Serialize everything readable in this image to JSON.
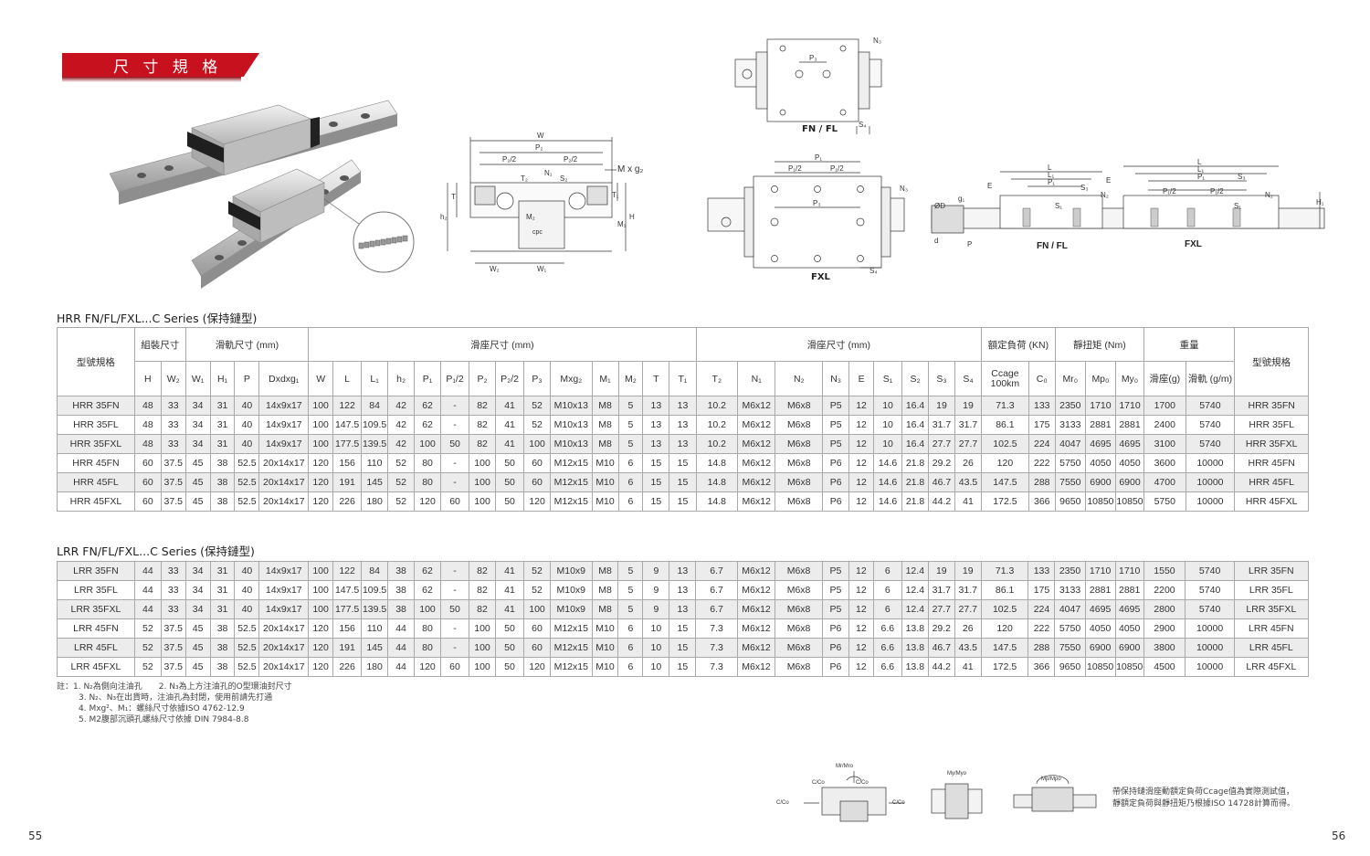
{
  "section_title": "尺 寸 規 格",
  "figures": {
    "label_fn_fl": "FN / FL",
    "label_fxl": "FXL",
    "label_side_fn_fl": "FN / FL",
    "label_side_fxl": "FXL",
    "front_labels": {
      "w": "W",
      "p2": "P₂",
      "p2_half": "P₂/2",
      "p2_half_b": "P₂/2",
      "mxg2": "M x g₂",
      "n1": "N₁",
      "s2": "S₂",
      "t2": "T₂",
      "t": "T",
      "t1": "T₁",
      "h2": "h₂",
      "m2": "M₂",
      "h": "H",
      "m1": "M₁",
      "w2": "W₂",
      "w1": "W₁",
      "logo": "cpc"
    },
    "top_fn_labels": {
      "n3": "N₃",
      "p3": "P₃",
      "s4": "S₄"
    },
    "top_fxl_labels": {
      "p1": "P₁",
      "p1_half": "P₁/2",
      "p1_half_b": "P₁/2",
      "p3": "P₃",
      "n3": "N₃",
      "s4": "S₄"
    },
    "side_labels": {
      "l": "L",
      "l1": "L₁",
      "p1": "P₁",
      "e": "E",
      "s3": "S₃",
      "n2": "N₂",
      "s1": "S₁",
      "g1": "g₁",
      "od": "ØD",
      "d": "d",
      "p": "P",
      "h1": "H₁",
      "l_b": "L",
      "l1_b": "L₁",
      "p1_b": "P₁",
      "p1_half": "P₁/2",
      "p1_half_b": "P₁/2",
      "e_b": "E",
      "s3_b": "S₃",
      "n2_b": "N₂",
      "s1_b": "S₁"
    },
    "load_labels": {
      "mr": "Mr/Mro",
      "cc1": "C/Co",
      "cc2": "C/Co",
      "cc3": "C/Co",
      "cc4": "C/Co",
      "my": "My/Myo",
      "mp": "Mp/Mpo"
    }
  },
  "hrr": {
    "title": "HRR FN/FL/FXL...C Series (保持鏈型)",
    "group_headers": {
      "model": "型號規格",
      "assembly": "組裝尺寸",
      "rail": "滑軌尺寸 (mm)",
      "block1": "滑座尺寸 (mm)",
      "block2": "滑座尺寸 (mm)",
      "load": "額定負荷 (KN)",
      "moment": "靜扭矩 (Nm)",
      "weight": "重量",
      "model_r": "型號規格"
    },
    "columns": [
      "H",
      "W₂",
      "W₁",
      "H₁",
      "P",
      "Dxdxg₁",
      "W",
      "L",
      "L₁",
      "h₂",
      "P₁",
      "P₁/2",
      "P₂",
      "P₂/2",
      "P₃",
      "Mxg₂",
      "M₁",
      "M₂",
      "T",
      "T₁",
      "T₂",
      "N₁",
      "N₂",
      "N₃",
      "E",
      "S₁",
      "S₂",
      "S₃",
      "S₄",
      "Ccage 100km",
      "C₀",
      "Mr₀",
      "Mp₀",
      "My₀",
      "滑座(g)",
      "滑軌 (g/m)"
    ],
    "rows": [
      [
        "HRR 35FN",
        "48",
        "33",
        "34",
        "31",
        "40",
        "14x9x17",
        "100",
        "122",
        "84",
        "42",
        "62",
        "-",
        "82",
        "41",
        "52",
        "M10x13",
        "M8",
        "5",
        "13",
        "13",
        "10.2",
        "M6x12",
        "M6x8",
        "P5",
        "12",
        "10",
        "16.4",
        "19",
        "19",
        "71.3",
        "133",
        "2350",
        "1710",
        "1710",
        "1700",
        "5740",
        "HRR 35FN"
      ],
      [
        "HRR 35FL",
        "48",
        "33",
        "34",
        "31",
        "40",
        "14x9x17",
        "100",
        "147.5",
        "109.5",
        "42",
        "62",
        "-",
        "82",
        "41",
        "52",
        "M10x13",
        "M8",
        "5",
        "13",
        "13",
        "10.2",
        "M6x12",
        "M6x8",
        "P5",
        "12",
        "10",
        "16.4",
        "31.7",
        "31.7",
        "86.1",
        "175",
        "3133",
        "2881",
        "2881",
        "2400",
        "5740",
        "HRR 35FL"
      ],
      [
        "HRR 35FXL",
        "48",
        "33",
        "34",
        "31",
        "40",
        "14x9x17",
        "100",
        "177.5",
        "139.5",
        "42",
        "100",
        "50",
        "82",
        "41",
        "100",
        "M10x13",
        "M8",
        "5",
        "13",
        "13",
        "10.2",
        "M6x12",
        "M6x8",
        "P5",
        "12",
        "10",
        "16.4",
        "27.7",
        "27.7",
        "102.5",
        "224",
        "4047",
        "4695",
        "4695",
        "3100",
        "5740",
        "HRR 35FXL"
      ],
      [
        "HRR 45FN",
        "60",
        "37.5",
        "45",
        "38",
        "52.5",
        "20x14x17",
        "120",
        "156",
        "110",
        "52",
        "80",
        "-",
        "100",
        "50",
        "60",
        "M12x15",
        "M10",
        "6",
        "15",
        "15",
        "14.8",
        "M6x12",
        "M6x8",
        "P6",
        "12",
        "14.6",
        "21.8",
        "29.2",
        "26",
        "120",
        "222",
        "5750",
        "4050",
        "4050",
        "3600",
        "10000",
        "HRR 45FN"
      ],
      [
        "HRR 45FL",
        "60",
        "37.5",
        "45",
        "38",
        "52.5",
        "20x14x17",
        "120",
        "191",
        "145",
        "52",
        "80",
        "-",
        "100",
        "50",
        "60",
        "M12x15",
        "M10",
        "6",
        "15",
        "15",
        "14.8",
        "M6x12",
        "M6x8",
        "P6",
        "12",
        "14.6",
        "21.8",
        "46.7",
        "43.5",
        "147.5",
        "288",
        "7550",
        "6900",
        "6900",
        "4700",
        "10000",
        "HRR 45FL"
      ],
      [
        "HRR 45FXL",
        "60",
        "37.5",
        "45",
        "38",
        "52.5",
        "20x14x17",
        "120",
        "226",
        "180",
        "52",
        "120",
        "60",
        "100",
        "50",
        "120",
        "M12x15",
        "M10",
        "6",
        "15",
        "15",
        "14.8",
        "M6x12",
        "M6x8",
        "P6",
        "12",
        "14.6",
        "21.8",
        "44.2",
        "41",
        "172.5",
        "366",
        "9650",
        "10850",
        "10850",
        "5750",
        "10000",
        "HRR 45FXL"
      ]
    ]
  },
  "lrr": {
    "title": "LRR FN/FL/FXL...C Series (保持鏈型)",
    "rows": [
      [
        "LRR 35FN",
        "44",
        "33",
        "34",
        "31",
        "40",
        "14x9x17",
        "100",
        "122",
        "84",
        "38",
        "62",
        "-",
        "82",
        "41",
        "52",
        "M10x9",
        "M8",
        "5",
        "9",
        "13",
        "6.7",
        "M6x12",
        "M6x8",
        "P5",
        "12",
        "6",
        "12.4",
        "19",
        "19",
        "71.3",
        "133",
        "2350",
        "1710",
        "1710",
        "1550",
        "5740",
        "LRR 35FN"
      ],
      [
        "LRR 35FL",
        "44",
        "33",
        "34",
        "31",
        "40",
        "14x9x17",
        "100",
        "147.5",
        "109.5",
        "38",
        "62",
        "-",
        "82",
        "41",
        "52",
        "M10x9",
        "M8",
        "5",
        "9",
        "13",
        "6.7",
        "M6x12",
        "M6x8",
        "P5",
        "12",
        "6",
        "12.4",
        "31.7",
        "31.7",
        "86.1",
        "175",
        "3133",
        "2881",
        "2881",
        "2200",
        "5740",
        "LRR 35FL"
      ],
      [
        "LRR 35FXL",
        "44",
        "33",
        "34",
        "31",
        "40",
        "14x9x17",
        "100",
        "177.5",
        "139.5",
        "38",
        "100",
        "50",
        "82",
        "41",
        "100",
        "M10x9",
        "M8",
        "5",
        "9",
        "13",
        "6.7",
        "M6x12",
        "M6x8",
        "P5",
        "12",
        "6",
        "12.4",
        "27.7",
        "27.7",
        "102.5",
        "224",
        "4047",
        "4695",
        "4695",
        "2800",
        "5740",
        "LRR 35FXL"
      ],
      [
        "LRR 45FN",
        "52",
        "37.5",
        "45",
        "38",
        "52.5",
        "20x14x17",
        "120",
        "156",
        "110",
        "44",
        "80",
        "-",
        "100",
        "50",
        "60",
        "M12x15",
        "M10",
        "6",
        "10",
        "15",
        "7.3",
        "M6x12",
        "M6x8",
        "P6",
        "12",
        "6.6",
        "13.8",
        "29.2",
        "26",
        "120",
        "222",
        "5750",
        "4050",
        "4050",
        "2900",
        "10000",
        "LRR 45FN"
      ],
      [
        "LRR 45FL",
        "52",
        "37.5",
        "45",
        "38",
        "52.5",
        "20x14x17",
        "120",
        "191",
        "145",
        "44",
        "80",
        "-",
        "100",
        "50",
        "60",
        "M12x15",
        "M10",
        "6",
        "10",
        "15",
        "7.3",
        "M6x12",
        "M6x8",
        "P6",
        "12",
        "6.6",
        "13.8",
        "46.7",
        "43.5",
        "147.5",
        "288",
        "7550",
        "6900",
        "6900",
        "3800",
        "10000",
        "LRR 45FL"
      ],
      [
        "LRR 45FXL",
        "52",
        "37.5",
        "45",
        "38",
        "52.5",
        "20x14x17",
        "120",
        "226",
        "180",
        "44",
        "120",
        "60",
        "100",
        "50",
        "120",
        "M12x15",
        "M10",
        "6",
        "10",
        "15",
        "7.3",
        "M6x12",
        "M6x8",
        "P6",
        "12",
        "6.6",
        "13.8",
        "44.2",
        "41",
        "172.5",
        "366",
        "9650",
        "10850",
        "10850",
        "4500",
        "10000",
        "LRR 45FXL"
      ]
    ]
  },
  "notes": [
    "註：1. N₂為側向注油孔　　2. N₃為上方注油孔的O型環油封尺寸",
    "3. N₂、N₃在出貨時，注油孔為封閉，使用前請先打通",
    "4. Mxg²、M₁：螺絲尺寸依據ISO 4762-12.9",
    "5. M2腹部沉頭孔螺絲尺寸依據 DIN 7984-8.8"
  ],
  "side_note": [
    "帶保持鏈滑座動額定負荷Ccage值為實際測試值，",
    "靜額定負荷與靜扭矩乃根據ISO 14728計算而得。"
  ],
  "page_left": "55",
  "page_right": "56",
  "colors": {
    "accent": "#c8111f",
    "stripe": "#ececec",
    "border": "#a9a9a9"
  }
}
